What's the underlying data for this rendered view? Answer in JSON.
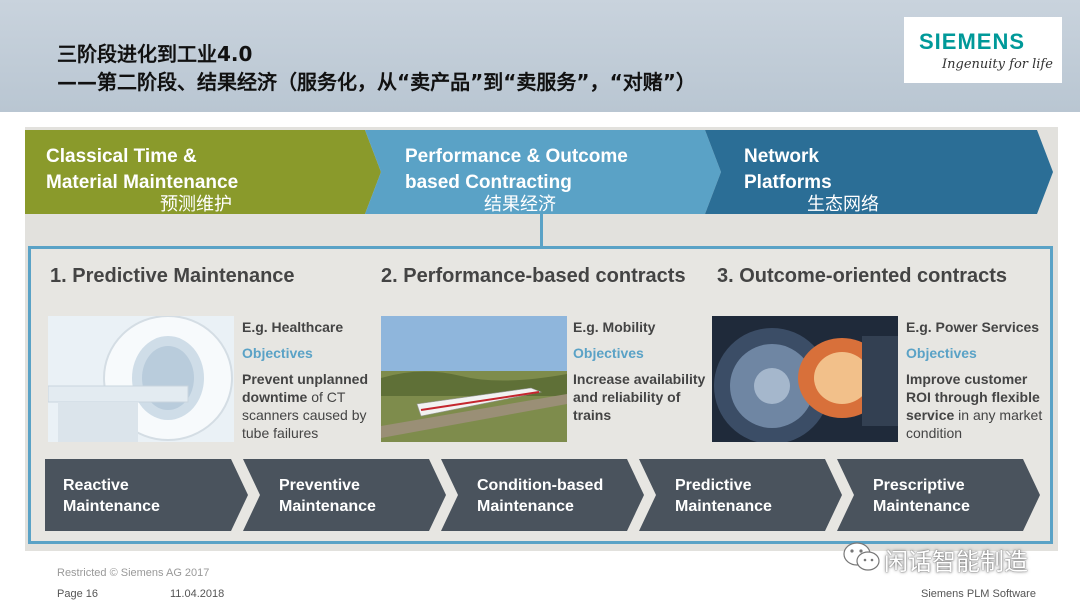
{
  "header": {
    "title_line1": "三阶段进化到工业4.0",
    "title_line2": "——第二阶段、结果经济（服务化，从“卖产品”到“卖服务”，“对赌”）",
    "logo_text": "SIEMENS",
    "logo_tagline": "Ingenuity for life",
    "band_color": "#c2cdd8",
    "logo_color": "#009999"
  },
  "phases": [
    {
      "label": "Classical Time &\nMaterial Maintenance",
      "sub": "预测维护",
      "color": "#8a9a2b"
    },
    {
      "label": "Performance & Outcome\nbased Contracting",
      "sub": "结果经济",
      "color": "#5aa2c6"
    },
    {
      "label": "Network\nPlatforms",
      "sub": "生态网络",
      "color": "#2b6e96"
    }
  ],
  "columns": [
    {
      "title": "1. Predictive Maintenance",
      "photo_icon": "ct-scanner-photo",
      "eg": "E.g. Healthcare",
      "objectives": "Objectives",
      "desc_bold": "Prevent unplanned downtime",
      "desc_rest": " of CT scanners caused by tube failures"
    },
    {
      "title": "2. Performance-based contracts",
      "photo_icon": "high-speed-train-photo",
      "eg": "E.g. Mobility",
      "objectives": "Objectives",
      "desc_bold": "Increase availability and reliability of trains",
      "desc_rest": ""
    },
    {
      "title": "3. Outcome-oriented contracts",
      "photo_icon": "gas-turbine-photo",
      "eg": "E.g. Power Services",
      "objectives": "Objectives",
      "desc_bold": "Improve customer ROI through flexible service",
      "desc_rest": " in any market condition"
    }
  ],
  "stages": [
    {
      "label": "Reactive\nMaintenance"
    },
    {
      "label": "Preventive\nMaintenance"
    },
    {
      "label": "Condition-based\nMaintenance"
    },
    {
      "label": "Predictive\nMaintenance"
    },
    {
      "label": "Prescriptive\nMaintenance"
    }
  ],
  "footer": {
    "restricted": "Restricted © Siemens AG 2017",
    "page": "Page 16",
    "date": "11.04.2018",
    "company": "Siemens PLM Software",
    "watermark": "闲话智能制造",
    "watermark_icon": "wechat-icon"
  },
  "colors": {
    "panel": "#e2e1dd",
    "frame": "#5aa2c6",
    "stage": "#4a535d",
    "objectives": "#5aa2c6"
  }
}
